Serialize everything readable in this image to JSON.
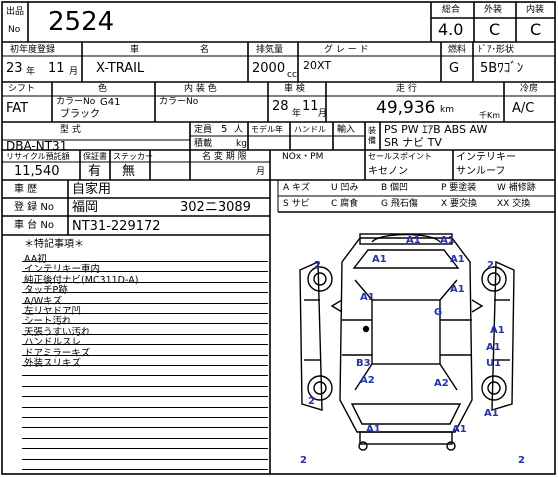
{
  "header": {
    "lot_label_top": "出品",
    "lot_label_bottom": "No",
    "lot_number": "2524",
    "grade_label": "総合",
    "grade": "4.0",
    "exterior_label": "外装",
    "exterior": "C",
    "interior_label": "内装",
    "interior": "C"
  },
  "row2": {
    "year_label": "初年度登録",
    "year": "23",
    "month": "11",
    "year_unit": "年",
    "month_unit": "月",
    "name_label_a": "車",
    "name_label_b": "名",
    "car_name": "X-TRAIL",
    "cc_label": "排気量",
    "cc": "2000",
    "cc_unit": "cc",
    "grade_label": "グ レ ー ド",
    "grade": "20XT",
    "fuel_label": "燃料",
    "fuel": "G",
    "doors_label": "ﾄﾞｱ･形状",
    "doors": "5Bﾜｺﾞﾝ"
  },
  "row3": {
    "shift_label": "シフト",
    "color_label_a": "色",
    "int_color_label": "内 装 色",
    "shift": "FAT",
    "colorno_label": "カラーNo",
    "colorno": "G41",
    "color": "ブラック",
    "int_colorno_label": "カラーNo",
    "inspection_label": "車 検",
    "insp_year": "28",
    "insp_month": "11",
    "insp_year_unit": "年",
    "insp_month_unit": "月",
    "mileage_label": "走 行",
    "mileage": "49,936",
    "km_unit": "km",
    "thousand_km": "千Km",
    "ac_label": "冷房",
    "ac": "A/C"
  },
  "row4": {
    "model_label": "型 式",
    "model": "DBA-NT31",
    "capacity_label": "定員",
    "capacity": "5",
    "capacity_unit": "人",
    "load_label": "積載",
    "load_unit": "kg",
    "change_label": "モデル年",
    "handle_label": "ハンドル",
    "import_label": "輸入",
    "equip_label": "装備",
    "equipment_1": "PS PW ｴｱB ABS AW",
    "equipment_2": "SR ナビ TV"
  },
  "row5": {
    "recycle_label": "リサイクル預託額",
    "recycle": "11,540",
    "warranty_label": "保証書",
    "warranty": "有",
    "sticker_label": "ステッカー",
    "sticker": "無",
    "name_change_label": "名 変 期 限",
    "nox_label": "NOx・PM",
    "month_label": "月",
    "sales_label": "セールスポイント",
    "sales_1": "キセノン",
    "interior_label": "インテリキー",
    "interior_2": "サンルーフ"
  },
  "history": {
    "label": "車 歴",
    "value": "自家用",
    "reg_label": "登 録 No",
    "reg_area": "福岡",
    "reg_number": "302ニ3089",
    "chassis_label": "車 台 No",
    "chassis": "NT31-229172"
  },
  "legend": {
    "a": "A キズ",
    "u": "U 凹み",
    "b": "B 個凹",
    "p": "P 要塗装",
    "w": "W 補修跡",
    "s": "S サビ",
    "c": "C 腐食",
    "g": "G 飛石傷",
    "x": "X 要交換",
    "xx": "XX 交換"
  },
  "notes": {
    "title": "＊特記事項＊",
    "lines": [
      "AA初",
      "インテリキー車内",
      "純正後付ナビ(MC311D-A)",
      "タッチP跡",
      "A/Wキズ",
      "左リヤドア凹",
      "シート汚れ",
      "天張うすい汚れ",
      "ハンドルスレ",
      "ドアミラーキズ",
      "外装スリキズ"
    ]
  },
  "diagram": {
    "marks": [
      "A1",
      "A1",
      "A1",
      "A1",
      "2",
      "2",
      "A1",
      "G",
      "A1",
      "B3",
      "A1",
      "A2",
      "A2",
      "2",
      "A1",
      "U1",
      "A1",
      "A1",
      "2",
      "2",
      "A1"
    ]
  }
}
